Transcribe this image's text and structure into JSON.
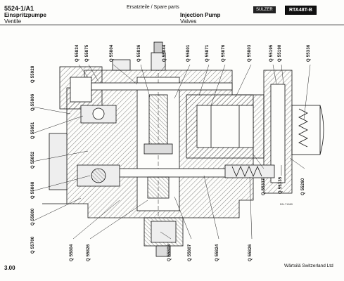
{
  "header": {
    "doc_number": "5524-1/A1",
    "title_left_line1": "Einspritzpumpe",
    "title_left_line2": "Ventile",
    "center_label": "Ersatzteile / Spare parts",
    "title_right_line1": "Injection Pump",
    "title_right_line2": "Valves",
    "brand": "SULZER",
    "model": "RTA48T-B"
  },
  "parts": {
    "left": [
      "Q 55928",
      "Q 55806",
      "Q 55851",
      "Q 55852",
      "Q 55868",
      "Q 55800",
      "Q 55700"
    ],
    "top": [
      "Q 55834",
      "Q 55875",
      "Q 55804",
      "Q 55836",
      "Q 55844",
      "Q 55801",
      "Q 55871",
      "Q 55876",
      "Q 55803",
      "Q 55195",
      "Q 55190",
      "Q 55336"
    ],
    "bottom": [
      "Q 55804",
      "Q 55826",
      "Q 55808",
      "Q 55807",
      "Q 55824",
      "Q 55826"
    ],
    "right_inner": [
      "Q 55337",
      "Q 55335",
      "Q 55260"
    ]
  },
  "figure_ref": "BN-71889",
  "footer": {
    "page": "3.00",
    "company": "Wärtsilä Switzerland Ltd"
  }
}
